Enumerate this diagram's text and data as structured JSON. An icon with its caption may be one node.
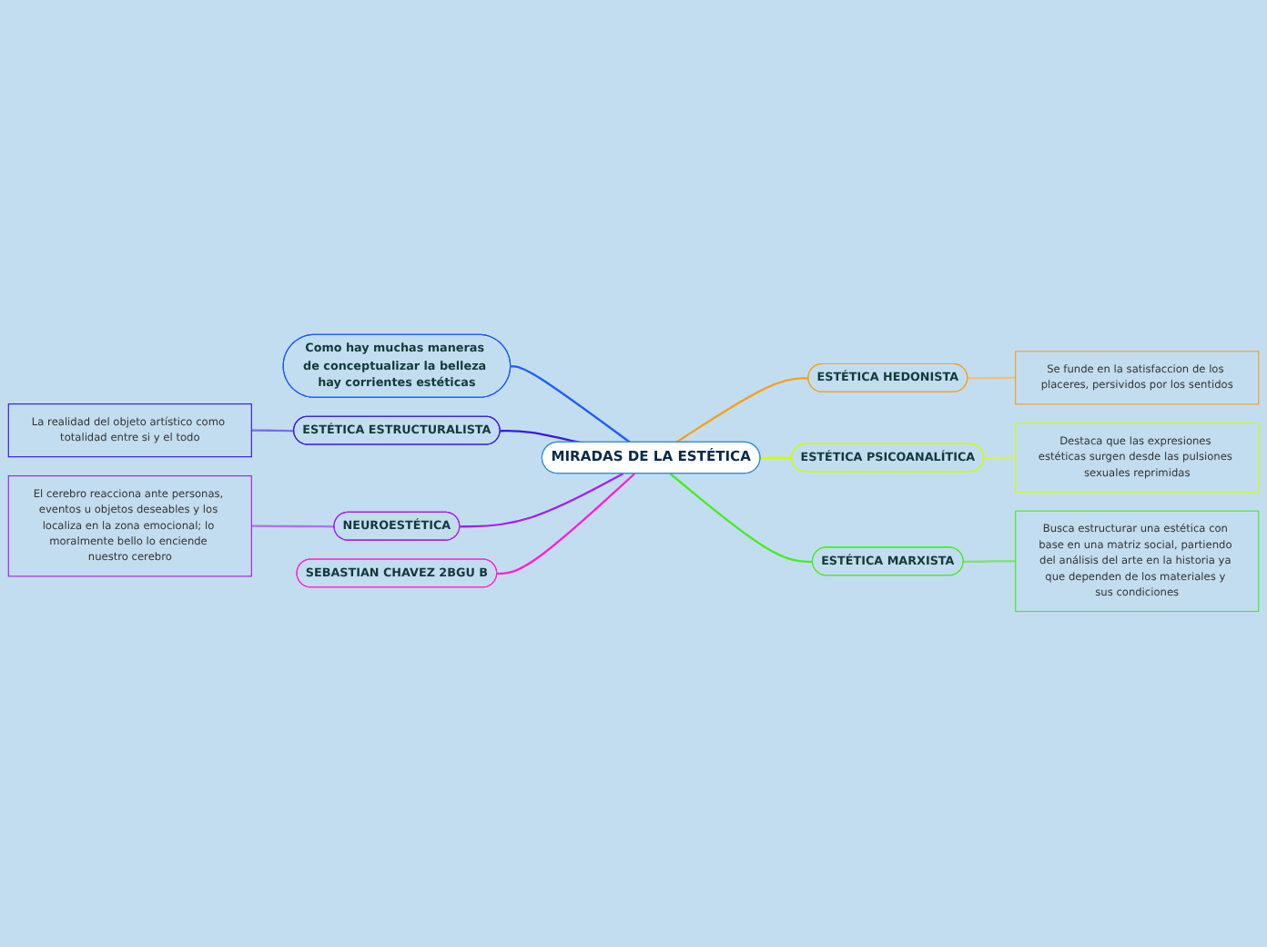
{
  "diagram": {
    "nodes": [
      {
        "text": [
          "MIRADAS DE LA ESTÉTICA"
        ]
      },
      {
        "text": [
          "Como hay muchas maneras de conceptualizar la belleza hay corrientes estéticas"
        ]
      },
      {
        "text": [
          "ESTÉTICA ESTRUCTURALISTA"
        ]
      },
      {
        "text": [
          "La realidad del objeto artístico como totalidad entre si y el todo"
        ]
      },
      {
        "text": [
          "NEUROESTÉTICA"
        ]
      },
      {
        "text": [
          "El cerebro reacciona ante personas, eventos u objetos deseables y los localiza en la zona emocional; lo moralmente bello lo enciende nuestro cerebro"
        ]
      },
      {
        "text": [
          "SEBASTIAN CHAVEZ 2BGU B"
        ]
      },
      {
        "text": [
          "ESTÉTICA HEDONISTA"
        ]
      },
      {
        "text": [
          "Se funde en la satisfaccion de los placeres, persividos por los sentidos"
        ]
      },
      {
        "text": [
          "ESTÉTICA PSICOANALÍTICA"
        ]
      },
      {
        "text": [
          "Destaca que las expresiones estéticas surgen desde las pulsiones sexuales reprimidas"
        ]
      },
      {
        "text": [
          "ESTÉTICA MARXISTA"
        ]
      },
      {
        "text": [
          "Busca estructurar una estética con base en una matriz social, partiendo del análisis del arte en la historia ya que dependen de los materiales y sus condiciones"
        ]
      }
    ],
    "edges": [
      {
        "from": 1,
        "to": 0,
        "arrow": "none",
        "color": "#1a5cff"
      },
      {
        "from": 2,
        "to": 0,
        "arrow": "none",
        "color": "#3a1ae0"
      },
      {
        "from": 3,
        "to": 2,
        "arrow": "none",
        "color": "#7a6cf0"
      },
      {
        "from": 4,
        "to": 0,
        "arrow": "none",
        "color": "#a020f0"
      },
      {
        "from": 5,
        "to": 4,
        "arrow": "none",
        "color": "#b070f0"
      },
      {
        "from": 6,
        "to": 0,
        "arrow": "none",
        "color": "#ff20d0"
      },
      {
        "from": 0,
        "to": 7,
        "arrow": "none",
        "color": "#f5a020"
      },
      {
        "from": 7,
        "to": 8,
        "arrow": "none",
        "color": "#f0c080"
      },
      {
        "from": 0,
        "to": 9,
        "arrow": "none",
        "color": "#ccff00"
      },
      {
        "from": 9,
        "to": 10,
        "arrow": "none",
        "color": "#d8f060"
      },
      {
        "from": 0,
        "to": 11,
        "arrow": "none",
        "color": "#44ee22"
      },
      {
        "from": 11,
        "to": 12,
        "arrow": "none",
        "color": "#80e070"
      }
    ]
  }
}
